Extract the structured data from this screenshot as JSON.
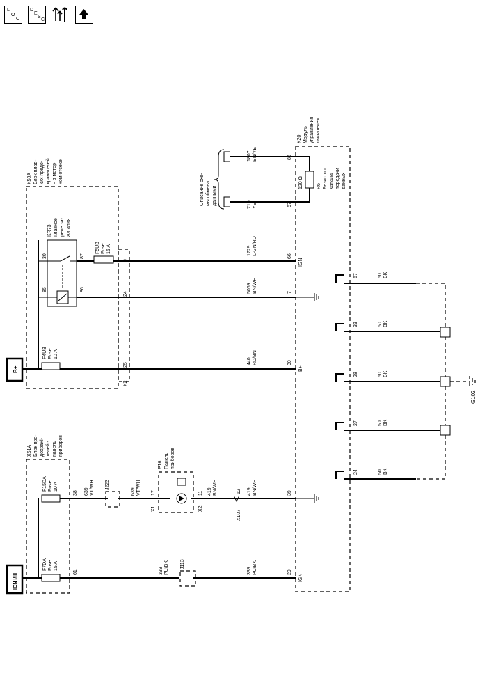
{
  "toolbar": {
    "loc_letters": [
      "L",
      "O",
      "C"
    ],
    "desc_letters": [
      "D",
      "E",
      "S",
      "C"
    ]
  },
  "sources": {
    "bplus": "B+",
    "ign": "IGN I/III"
  },
  "x50a": {
    "id": "X50A",
    "desc": [
      "Блок плав-",
      "ких предо-",
      "хранителей",
      "– в мотор-",
      "ном отсеке"
    ],
    "relay": {
      "id": "KR73",
      "desc": [
        "Главное",
        "реле за-",
        "жигания"
      ],
      "pin_30": "30",
      "pin_87": "87",
      "pin_85": "85",
      "pin_86": "86"
    },
    "fuse_f5ub": {
      "id": "F5UB",
      "type": "Fuse",
      "rating": "15 A"
    },
    "fuse_f4ub": {
      "id": "F4UB",
      "type": "Fuse",
      "rating": "10 A"
    },
    "pin_9": "9",
    "pin_24": "24",
    "pin_25": "25",
    "conn_x2": "X2"
  },
  "x51a": {
    "id": "X51A",
    "desc": [
      "Блок пре-",
      "дохрані-",
      "телей -",
      "панель",
      "приборов"
    ],
    "fuse_f15da": {
      "id": "F15DA",
      "type": "Fuse",
      "rating": "10 A"
    },
    "fuse_f7da": {
      "id": "F7DA",
      "type": "Fuse",
      "rating": "15 A"
    },
    "pin_38": "38",
    "pin_61": "61"
  },
  "p16": {
    "id": "P16",
    "desc": [
      "Панель",
      "приборов"
    ],
    "x1": "X1",
    "x2": "X2",
    "pin_17": "17",
    "pin_11": "11"
  },
  "j223": "J223",
  "j113": "J113",
  "x107": {
    "id": "X107",
    "pin": "12"
  },
  "k20": {
    "id": "K20",
    "desc": [
      "Модуль",
      "управления",
      "двигателем."
    ]
  },
  "r6": {
    "id": "R6",
    "value": "120 Ω",
    "desc": [
      "Резистор",
      "канала",
      "передачи",
      "данных"
    ]
  },
  "data_bus_note": [
    "Описание схе-",
    "мы обмена",
    "данными"
  ],
  "wires": [
    {
      "circuit": "1807",
      "color": "BN/YE",
      "pin": "88"
    },
    {
      "circuit": "710",
      "color": "YE",
      "pin": "57"
    },
    {
      "circuit": "1729",
      "color": "L-GN/RD",
      "pin": "66",
      "label": "IGN"
    },
    {
      "circuit": "5069",
      "color": "BN/WH",
      "pin": "7"
    },
    {
      "circuit": "440",
      "color": "RD/BN",
      "pin": "30",
      "label": "B+"
    },
    {
      "circuit": "639",
      "color": "VT/WH"
    },
    {
      "circuit": "639",
      "color": "VT/WH"
    },
    {
      "circuit": "419",
      "color": "BN/WH"
    },
    {
      "circuit": "419",
      "color": "BN/WH",
      "pin": "39"
    },
    {
      "circuit": "339",
      "color": "PU/BK"
    },
    {
      "circuit": "339",
      "color": "PU/BK",
      "pin": "29",
      "label": "IGN"
    }
  ],
  "grounds": [
    {
      "pin": "67",
      "circuit": "50",
      "color": "BK"
    },
    {
      "pin": "33",
      "circuit": "50",
      "color": "BK"
    },
    {
      "pin": "28",
      "circuit": "50",
      "color": "BK"
    },
    {
      "pin": "27",
      "circuit": "50",
      "color": "BK"
    },
    {
      "pin": "24",
      "circuit": "50",
      "color": "BK"
    }
  ],
  "g102": "G102"
}
